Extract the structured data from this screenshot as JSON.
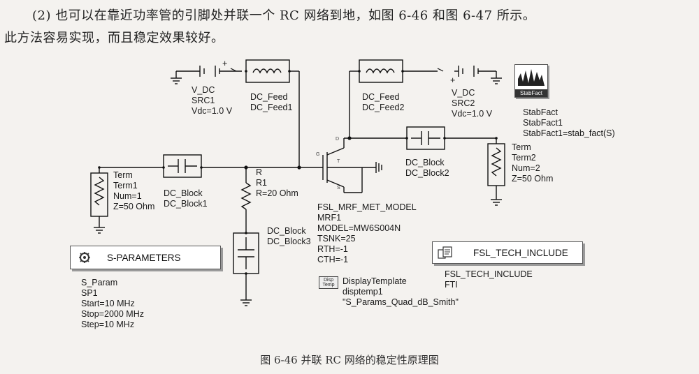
{
  "paragraph": {
    "line1": "(2) 也可以在靠近功率管的引脚处并联一个 RC 网络到地，如图 6-46 和图 6-47 所示。",
    "line2": "此方法容易实现，而且稳定效果较好。"
  },
  "components": {
    "vdc1": [
      "V_DC",
      "SRC1",
      "Vdc=1.0 V"
    ],
    "vdc1_plus": "+",
    "feed1": [
      "DC_Feed",
      "DC_Feed1"
    ],
    "feed2": [
      "DC_Feed",
      "DC_Feed2"
    ],
    "vdc2": [
      "V_DC",
      "SRC2",
      "Vdc=1.0 V"
    ],
    "vdc2_plus": "+",
    "stabfact_icon_label": "StabFact",
    "stabfact": [
      "StabFact",
      "StabFact1",
      "StabFact1=stab_fact(S)"
    ],
    "term1": [
      "Term",
      "Term1",
      "Num=1",
      "Z=50 Ohm"
    ],
    "block1": [
      "DC_Block",
      "DC_Block1"
    ],
    "r1": [
      "R",
      "R1",
      "R=20 Ohm"
    ],
    "block2": [
      "DC_Block",
      "DC_Block2"
    ],
    "term2": [
      "Term",
      "Term2",
      "Num=2",
      "Z=50 Ohm"
    ],
    "block3": [
      "DC_Block",
      "DC_Block3"
    ],
    "mrf": [
      "FSL_MRF_MET_MODEL",
      "MRF1",
      "MODEL=MW6S004N",
      "TSNK=25",
      "RTH=-1",
      "CTH=-1"
    ],
    "transistor_pins": {
      "gate": "G",
      "drain": "D",
      "source": "S",
      "thermal": "T"
    },
    "sparam_button": "S-PARAMETERS",
    "sparam": [
      "S_Param",
      "SP1",
      "Start=10 MHz",
      "Stop=2000 MHz",
      "Step=10 MHz"
    ],
    "tech_button": "FSL_TECH_INCLUDE",
    "tech": [
      "FSL_TECH_INCLUDE",
      "FTI"
    ],
    "disp_tag": [
      "Disp",
      "Temp"
    ],
    "disp": [
      "DisplayTemplate",
      "disptemp1",
      "\"S_Params_Quad_dB_Smith\""
    ]
  },
  "caption": "图 6-46    并联 RC 网络的稳定性原理图"
}
